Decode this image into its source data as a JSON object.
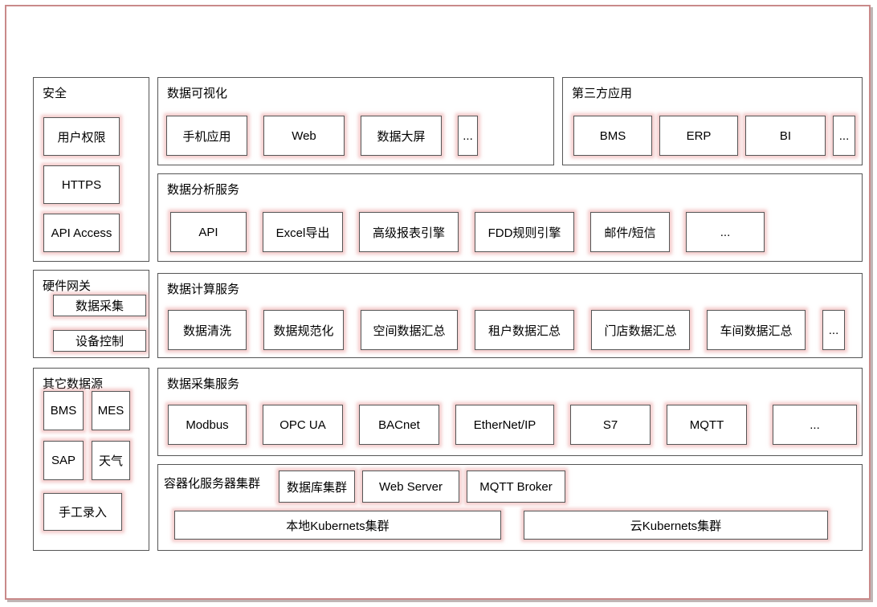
{
  "colors": {
    "frame_border": "#c98a8a",
    "frame_shadow": "rgba(140,120,120,0.55)",
    "box_border": "#555555",
    "glow": "rgba(233,158,158,0.55)"
  },
  "sections": {
    "security": {
      "title": "安全",
      "items": [
        "用户权限",
        "HTTPS",
        "API Access"
      ]
    },
    "hardware_gateway": {
      "title": "硬件网关",
      "items": [
        "数据采集",
        "设备控制"
      ]
    },
    "other_sources": {
      "title": "其它数据源",
      "grid_items": [
        "BMS",
        "MES",
        "SAP",
        "天气"
      ],
      "wide_item": "手工录入"
    },
    "visualization": {
      "title": "数据可视化",
      "items": [
        "手机应用",
        "Web",
        "数据大屏",
        "..."
      ]
    },
    "third_party": {
      "title": "第三方应用",
      "items": [
        "BMS",
        "ERP",
        "BI",
        "..."
      ]
    },
    "analysis": {
      "title": "数据分析服务",
      "items": [
        "API",
        "Excel导出",
        "高级报表引擎",
        "FDD规则引擎",
        "邮件/短信",
        "..."
      ]
    },
    "computing": {
      "title": "数据计算服务",
      "items": [
        "数据清洗",
        "数据规范化",
        "空间数据汇总",
        "租户数据汇总",
        "门店数据汇总",
        "车间数据汇总",
        "..."
      ]
    },
    "collection": {
      "title": "数据采集服务",
      "items": [
        "Modbus",
        "OPC UA",
        "BACnet",
        "EtherNet/IP",
        "S7",
        "MQTT",
        "..."
      ]
    },
    "cluster": {
      "title": "容器化服务器集群",
      "top_items": [
        "数据库集群",
        "Web Server",
        "MQTT Broker"
      ],
      "bottom_items": [
        "本地Kubernets集群",
        "云Kubernets集群"
      ]
    }
  }
}
